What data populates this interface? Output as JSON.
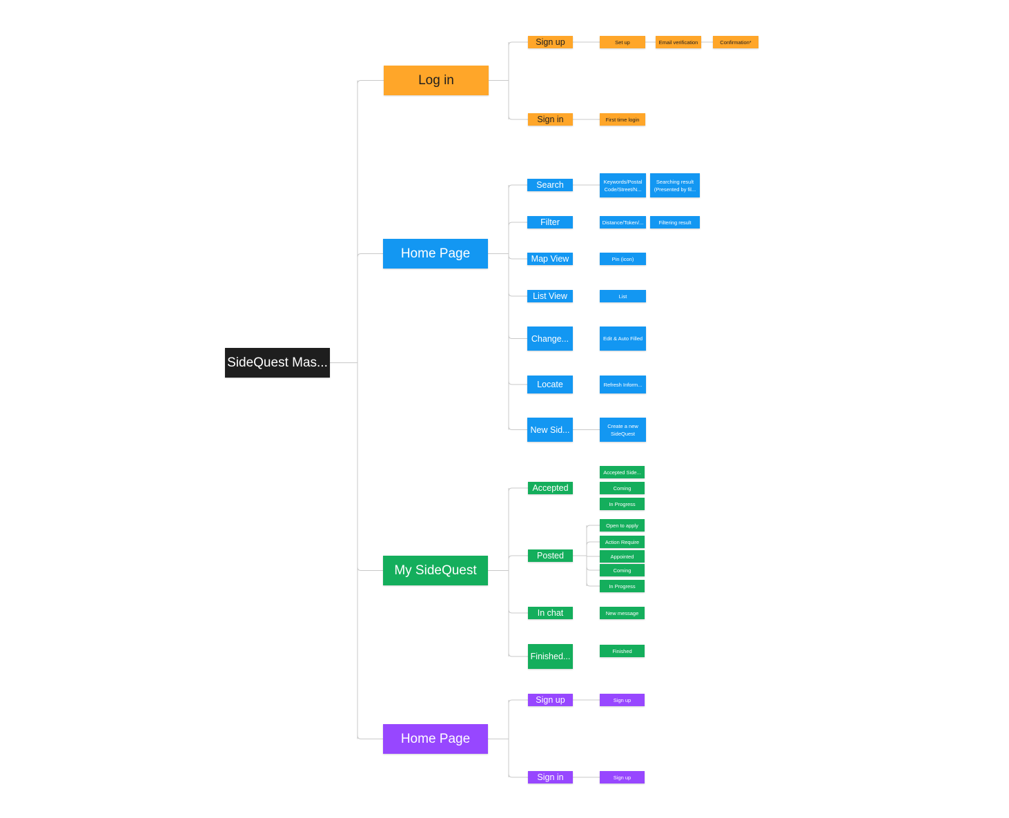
{
  "colors": {
    "orange": "#ffa629",
    "blue": "#1397f2",
    "green": "#14ae5c",
    "purple": "#9747ff",
    "root": "#1e1e1e",
    "connector": "#c8c8c8"
  },
  "root": {
    "label": "SideQuest Mas..."
  },
  "branches": {
    "login": {
      "label": "Log in",
      "signup": {
        "label": "Sign up",
        "steps": [
          "Set up",
          "Email verification",
          "Confirmation*"
        ]
      },
      "signin": {
        "label": "Sign in",
        "steps": [
          "First time login"
        ]
      }
    },
    "home": {
      "label": "Home Page",
      "search": {
        "label": "Search",
        "steps": [
          "Keywords/Postal Code/Street/N...",
          "Searching result (Presented by fil..."
        ]
      },
      "filter": {
        "label": "Filter",
        "steps": [
          "Distance/Token/...",
          "Filtering result"
        ]
      },
      "mapview": {
        "label": "Map View",
        "steps": [
          "Pin (icon)"
        ]
      },
      "listview": {
        "label": "List View",
        "steps": [
          "List"
        ]
      },
      "change": {
        "label": "Change...",
        "steps": [
          "Edit & Auto Filled"
        ]
      },
      "locate": {
        "label": "Locate",
        "steps": [
          "Refresh Inform..."
        ]
      },
      "newside": {
        "label": "New Sid...",
        "steps": [
          "Create a new SideQuest"
        ]
      }
    },
    "mysidequest": {
      "label": "My SideQuest",
      "accepted": {
        "label": "Accepted",
        "items": [
          "Accepted Side...",
          "Coming",
          "In Progress"
        ]
      },
      "posted": {
        "label": "Posted",
        "items": [
          "Open to apply",
          "Action Require",
          "Appointed",
          "Coming",
          "In Progress"
        ]
      },
      "inchat": {
        "label": "In chat",
        "items": [
          "New message"
        ]
      },
      "finished": {
        "label": "Finished...",
        "items": [
          "Finished"
        ]
      }
    },
    "home2": {
      "label": "Home Page",
      "signup": {
        "label": "Sign up",
        "steps": [
          "Sign up"
        ]
      },
      "signin": {
        "label": "Sign in",
        "steps": [
          "Sign up"
        ]
      }
    }
  }
}
